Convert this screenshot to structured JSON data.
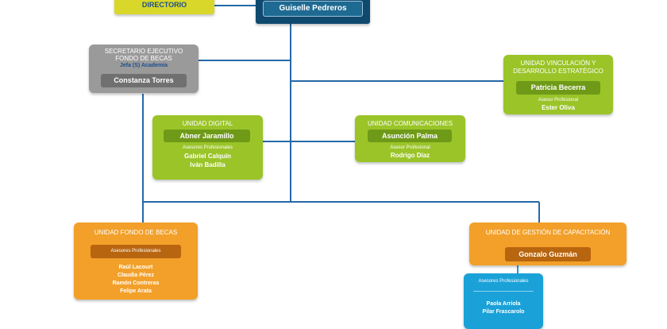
{
  "directorio": {
    "label": "DIRECTORIO"
  },
  "director": {
    "name": "Guiselle Pedreros"
  },
  "secretario": {
    "title_line1": "SECRETARIO EJECUTIVO",
    "title_line2": "FONDO DE BECAS",
    "subtitle": "Jefa (S) Academia",
    "name": "Constanza Torres"
  },
  "vinculacion": {
    "title_line1": "UNIDAD VINCULACIÓN  Y",
    "title_line2": "DESARROLLO ESTRATÉGICO",
    "head": "Patricia Becerra",
    "advisor_label": "Asesor Profesional",
    "advisor": "Ester Oliva"
  },
  "digital": {
    "title": "UNIDAD DIGITAL",
    "head": "Abner Jaramillo",
    "advisors_label": "Asesores Profesionales",
    "advisors": [
      "Gabriel Calquín",
      "Iván Badilla"
    ]
  },
  "comunicaciones": {
    "title": "UNIDAD COMUNICACIONES",
    "head": "Asunción Palma",
    "advisor_label": "Asesor Profesional",
    "advisor": "Rodrigo Díaz"
  },
  "fondo_becas": {
    "title": "UNIDAD FONDO DE BECAS",
    "advisors_label": "Asesores Profesionales",
    "advisors": [
      "Raúl Lacourt",
      "Claudia Pérez",
      "Ramón Contreras",
      "Felipe Arata"
    ]
  },
  "capacitacion": {
    "title": "UNIDAD DE GESTIÓN DE CAPACITACIÓN",
    "head": "Gonzalo Guzmán",
    "advisors_label": "Asesores Profesionales",
    "advisors": [
      "Paola Arriola",
      "Pilar Frascarolo"
    ]
  },
  "colors": {
    "yellow": "#d9d82a",
    "navy": "#0f4a6e",
    "gray": "#9a9a9a",
    "green": "#9ac428",
    "green_dark": "#6f9a18",
    "orange": "#f2a02a",
    "orange_dark": "#b8650f",
    "cyan": "#1aa1d8",
    "line": "#2569a8"
  }
}
